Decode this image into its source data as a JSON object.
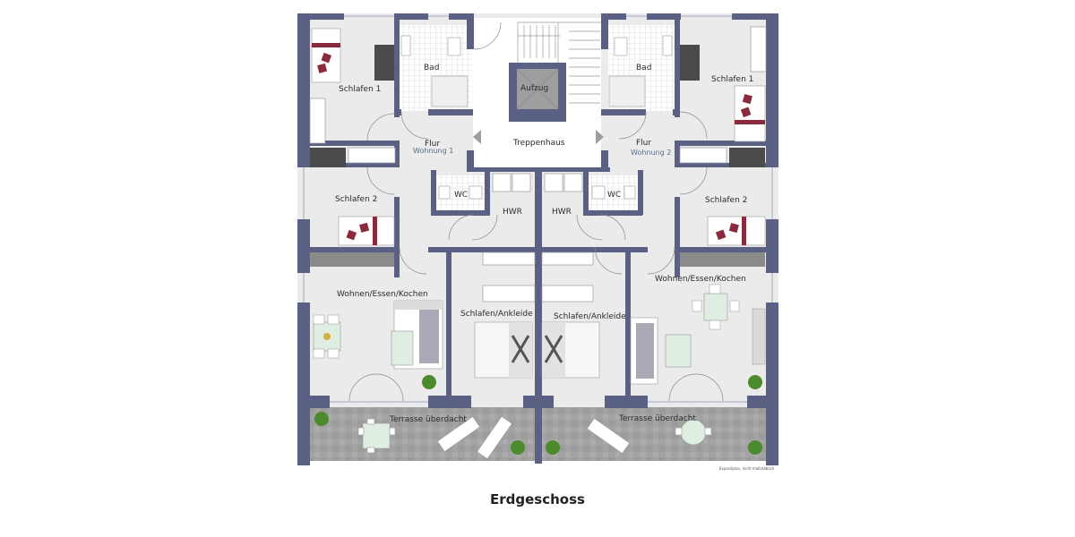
{
  "floor_title": "Erdgeschoss",
  "footnote": "Exposéplan, nicht maßstäblich",
  "rooms": {
    "left_schlafen1": "Schlafen 1",
    "left_bad": "Bad",
    "aufzug": "Aufzug",
    "right_bad": "Bad",
    "right_schlafen1": "Schlafen 1",
    "left_flur": "Flur",
    "left_flur_sub": "Wohnung 1",
    "treppenhaus": "Treppenhaus",
    "right_flur": "Flur",
    "right_flur_sub": "Wohnung 2",
    "left_wc": "WC",
    "right_wc": "WC",
    "left_schlafen2": "Schlafen 2",
    "left_hwr": "HWR",
    "right_hwr": "HWR",
    "right_schlafen2": "Schlafen 2",
    "left_wohnen": "Wohnen/Essen/Kochen",
    "right_wohnen": "Wohnen/Essen/Kochen",
    "left_ankleide": "Schlafen/Ankleide",
    "right_ankleide": "Schlafen/Ankleide",
    "left_terrasse": "Terrasse überdacht",
    "right_terrasse": "Terrasse überdacht"
  },
  "colors": {
    "wall": "#5b6185",
    "floor": "#ebebeb",
    "tile": "#ffffff",
    "terrace": "#a3a3a3",
    "furniture": "#ffffff",
    "textile_accent": "#8a2a3c",
    "plant": "#4c8a2e"
  }
}
